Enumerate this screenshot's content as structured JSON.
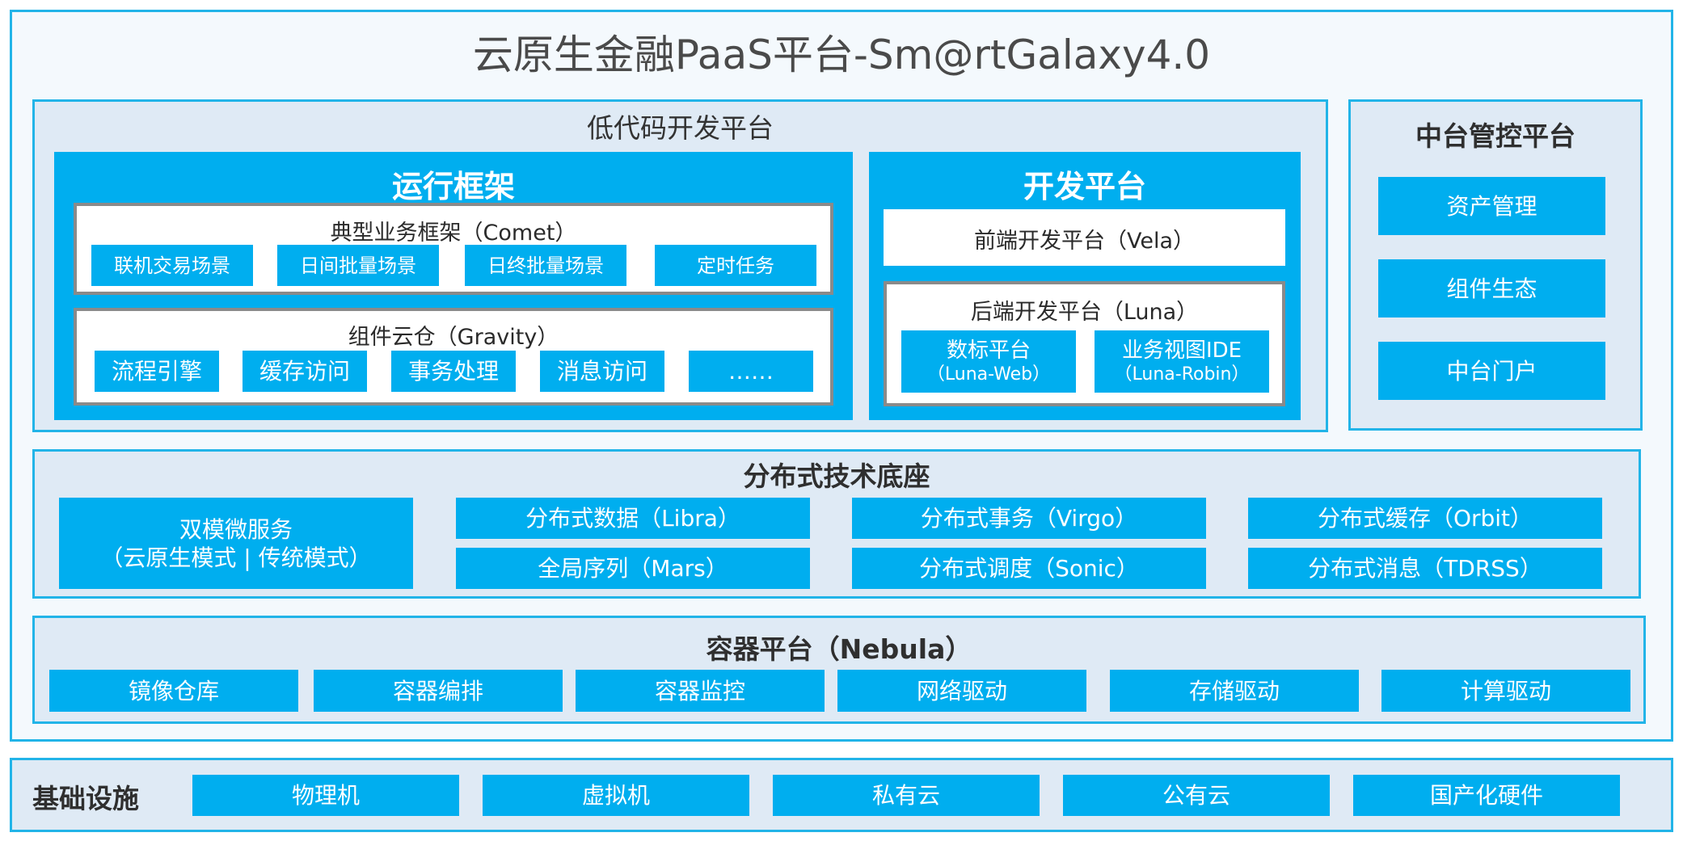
{
  "title": "云原生金融PaaS平台-Sm@rtGalaxy4.0",
  "lowcode": {
    "title": "低代码开发平台",
    "runtime": {
      "title": "运行框架",
      "biz": {
        "title": "典型业务框架（Comet）",
        "items": [
          "联机交易场景",
          "日间批量场景",
          "日终批量场景",
          "定时任务"
        ]
      },
      "gravity": {
        "title": "组件云仓（Gravity）",
        "items": [
          "流程引擎",
          "缓存访问",
          "事务处理",
          "消息访问",
          "……"
        ]
      }
    },
    "dev": {
      "title": "开发平台",
      "frontend": "前端开发平台（Vela）",
      "backend": {
        "title": "后端开发平台（Luna）",
        "items": [
          {
            "name": "数标平台",
            "sub": "（Luna-Web）"
          },
          {
            "name": "业务视图IDE",
            "sub": "（Luna-Robin）"
          }
        ]
      }
    }
  },
  "mgmt": {
    "title": "中台管控平台",
    "items": [
      "资产管理",
      "组件生态",
      "中台门户"
    ]
  },
  "dist": {
    "title": "分布式技术底座",
    "dual": {
      "line1": "双模微服务",
      "line2": "（云原生模式 | 传统模式）"
    },
    "items": [
      "分布式数据（Libra）",
      "分布式事务（Virgo）",
      "分布式缓存（Orbit）",
      "全局序列（Mars）",
      "分布式调度（Sonic）",
      "分布式消息（TDRSS）"
    ]
  },
  "container": {
    "title": "容器平台（Nebula）",
    "items": [
      "镜像仓库",
      "容器编排",
      "容器监控",
      "网络驱动",
      "存储驱动",
      "计算驱动"
    ]
  },
  "infra": {
    "title": "基础设施",
    "items": [
      "物理机",
      "虚拟机",
      "私有云",
      "公有云",
      "国产化硬件"
    ]
  }
}
